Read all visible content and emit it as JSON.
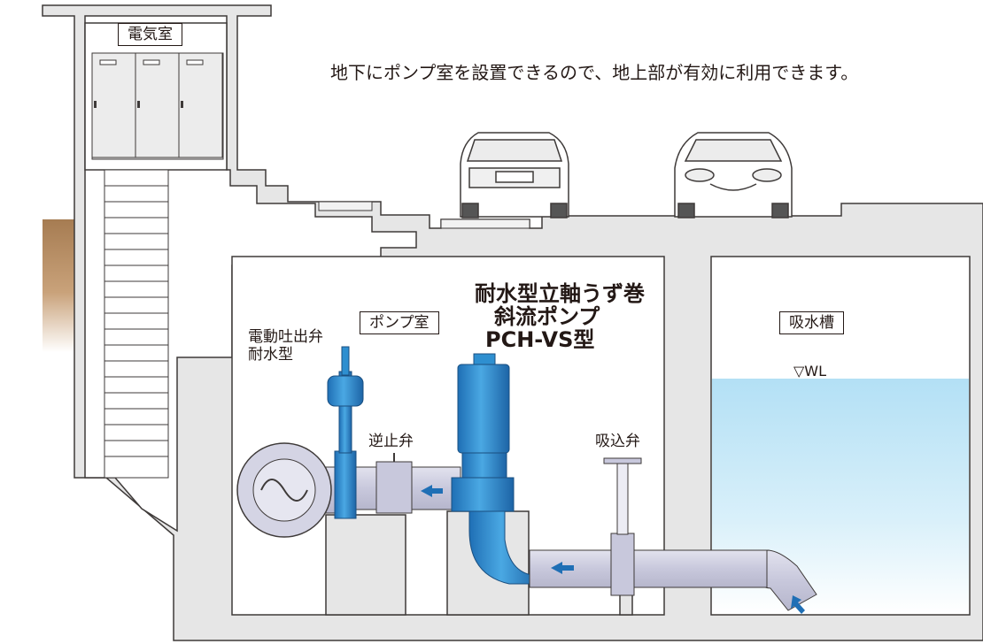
{
  "headline": "地下にポンプ室を設置できるので、地上部が有効に利用できます。",
  "rooms": {
    "electric_room": "電気室",
    "pump_room": "ポンプ室",
    "suction_tank": "吸水槽"
  },
  "product": {
    "line1": "耐水型立軸うず巻",
    "line2": "斜流ポンプ",
    "line3": "PCH-VS型"
  },
  "labels": {
    "motor_valve_line1": "電動吐出弁",
    "motor_valve_line2": "耐水型",
    "check_valve": "逆止弁",
    "suction_valve": "吸込弁",
    "water_level": "▽WL"
  },
  "colors": {
    "concrete": "#e6e6e6",
    "concrete_edge": "#3e3a39",
    "pipe": "#ccccdf",
    "pump_blue": "#2e8fd0",
    "water_top": "#b9e2f5",
    "arrow": "#1f6fb5",
    "soil": "#a67c52"
  }
}
